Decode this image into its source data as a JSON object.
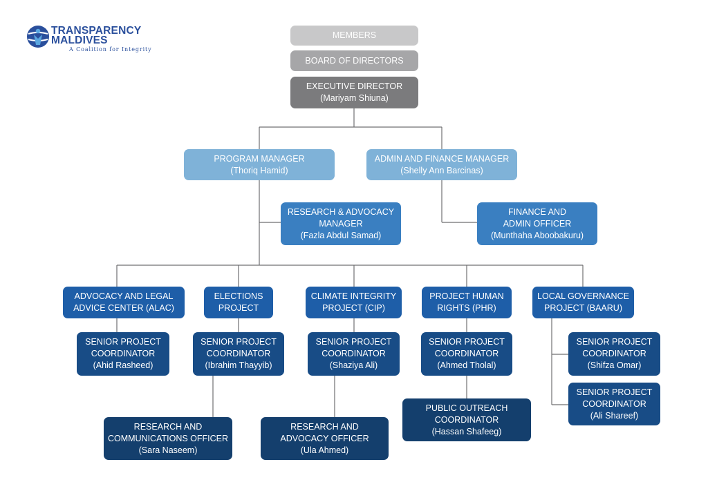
{
  "logo": {
    "line1": "TRANSPARENCY",
    "line2": "MALDIVES",
    "tagline": "A Coalition for Integrity",
    "color": "#2a4f9c"
  },
  "org": {
    "members": "MEMBERS",
    "board": "BOARD OF DIRECTORS",
    "executive": {
      "title": "EXECUTIVE DIRECTOR",
      "name": "(Mariyam Shiuna)"
    },
    "program_manager": {
      "title": "PROGRAM MANAGER",
      "name": "(Thoriq Hamid)"
    },
    "admin_finance_manager": {
      "title": "ADMIN AND FINANCE MANAGER",
      "name": "(Shelly Ann Barcinas)"
    },
    "research_advocacy_manager": {
      "title1": "RESEARCH & ADVOCACY",
      "title2": "MANAGER",
      "name": "(Fazla Abdul Samad)"
    },
    "finance_admin_officer": {
      "title1": "FINANCE AND",
      "title2": "ADMIN OFFICER",
      "name": "(Munthaha Aboobakuru)"
    },
    "projects": [
      {
        "line1": "ADVOCACY AND LEGAL",
        "line2": "ADVICE CENTER (ALAC)"
      },
      {
        "line1": "ELECTIONS",
        "line2": "PROJECT"
      },
      {
        "line1": "CLIMATE INTEGRITY",
        "line2": "PROJECT (CIP)"
      },
      {
        "line1": "PROJECT HUMAN",
        "line2": "RIGHTS (PHR)"
      },
      {
        "line1": "LOCAL GOVERNANCE",
        "line2": "PROJECT (BAARU)"
      }
    ],
    "coordinators": [
      {
        "line1": "SENIOR PROJECT",
        "line2": "COORDINATOR",
        "name": "(Ahid Rasheed)"
      },
      {
        "line1": "SENIOR PROJECT",
        "line2": "COORDINATOR",
        "name": "(Ibrahim Thayyib)"
      },
      {
        "line1": "SENIOR PROJECT",
        "line2": "COORDINATOR",
        "name": "(Shaziya Ali)"
      },
      {
        "line1": "SENIOR PROJECT",
        "line2": "COORDINATOR",
        "name": "(Ahmed Tholal)"
      },
      {
        "line1": "SENIOR PROJECT",
        "line2": "COORDINATOR",
        "name": "(Shifza Omar)"
      },
      {
        "line1": "SENIOR PROJECT",
        "line2": "COORDINATOR",
        "name": "(Ali Shareef)"
      }
    ],
    "officers": [
      {
        "line1": "RESEARCH AND",
        "line2": "COMMUNICATIONS OFFICER",
        "name": "(Sara Naseem)"
      },
      {
        "line1": "RESEARCH AND",
        "line2": "ADVOCACY OFFICER",
        "name": "(Ula Ahmed)"
      },
      {
        "line1": "PUBLIC OUTREACH",
        "line2": "COORDINATOR",
        "name": "(Hassan Shafeeg)"
      }
    ]
  }
}
